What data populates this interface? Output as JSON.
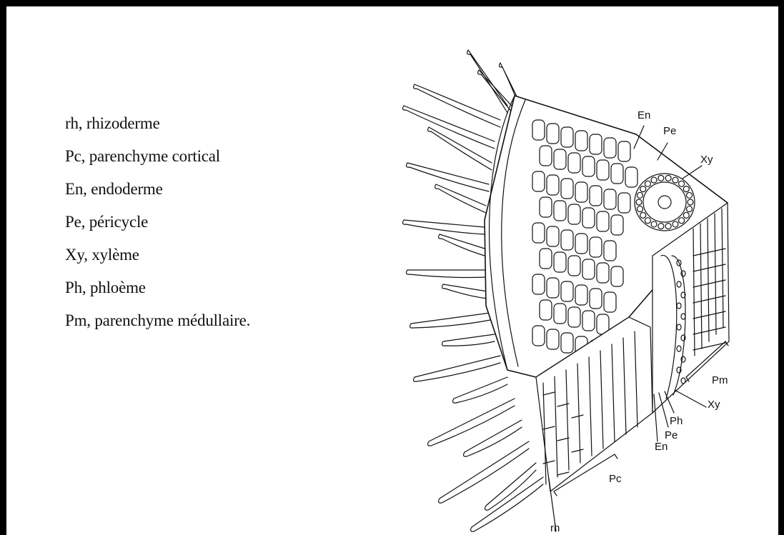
{
  "legend": [
    "rh, rhizoderme",
    "Pc, parenchyme cortical",
    "En, endoderme",
    "Pe, péricycle",
    "Xy, xylème",
    "Ph, phloème",
    "Pm, parenchyme médullaire."
  ],
  "diagram": {
    "labels": {
      "en_top": "En",
      "pe_top": "Pe",
      "xy_top": "Xy",
      "pm": "Pm",
      "ph": "Ph",
      "xy_bottom": "Xy",
      "pe_bottom": "Pe",
      "en_bottom": "En",
      "pc": "Pc",
      "rh": "rh"
    }
  }
}
